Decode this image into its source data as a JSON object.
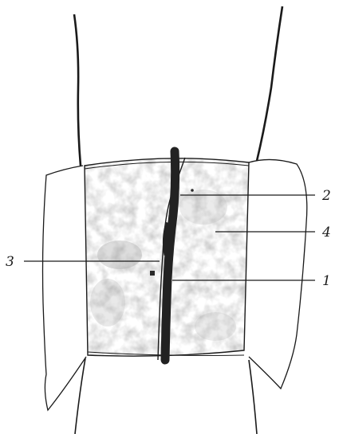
{
  "figure": {
    "labels": [
      {
        "id": "1",
        "text": "1"
      },
      {
        "id": "2",
        "text": "2"
      },
      {
        "id": "3",
        "text": "3"
      },
      {
        "id": "4",
        "text": "4"
      }
    ]
  },
  "colors": {
    "ink": "#1a1a1a",
    "vessel": "#222222",
    "tissue_shading": "#bdbdbd",
    "background": "#ffffff"
  }
}
